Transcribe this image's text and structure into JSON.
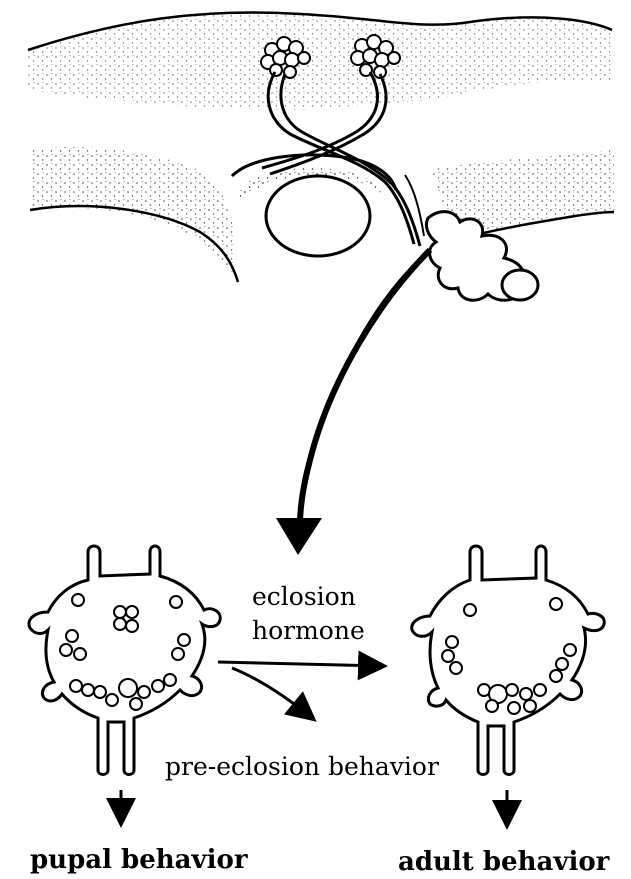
{
  "labels": {
    "eclosion": "eclosion",
    "hormone": "hormone",
    "pre_eclosion": "pre-eclosion behavior",
    "pupal": "pupal behavior",
    "adult": "adult behavior"
  },
  "colors": {
    "ink": "#000000",
    "paper": "#ffffff"
  }
}
